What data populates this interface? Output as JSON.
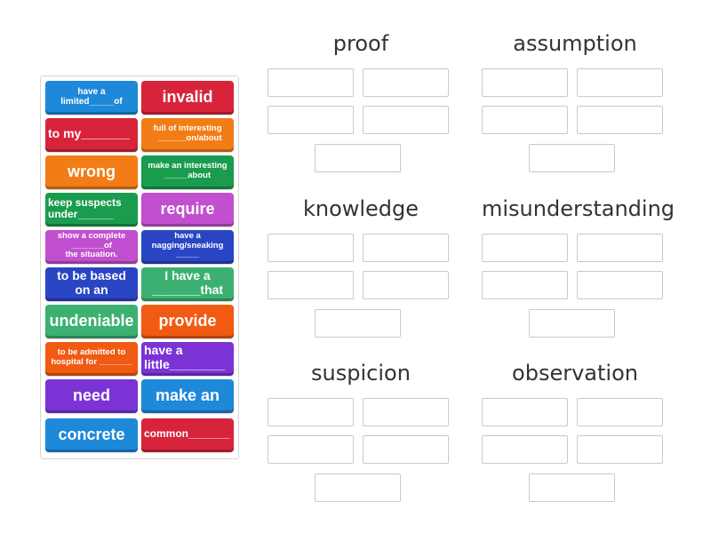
{
  "colors": {
    "blue": "#1e88d9",
    "red": "#d8243a",
    "orange": "#f27d16",
    "green": "#1a9c4e",
    "violet": "#c24fcf",
    "indigo": "#2a45c4",
    "seagreen": "#3cb070",
    "purple": "#7b33d6"
  },
  "tiles": [
    {
      "text": "have a\nlimited_____of"
    },
    {
      "text": "invalid"
    },
    {
      "text": "to my_______"
    },
    {
      "text": "full of interesting\n______on/about"
    },
    {
      "text": "wrong"
    },
    {
      "text": "make an interesting\n_____about"
    },
    {
      "text": "keep suspects\nunder______"
    },
    {
      "text": "require"
    },
    {
      "text": "show a complete\n_______of\nthe situation."
    },
    {
      "text": "have a\nnagging/sneaking\n_____"
    },
    {
      "text": "to be based\non an"
    },
    {
      "text": "I have a\n_______that"
    },
    {
      "text": "undeniable"
    },
    {
      "text": "provide"
    },
    {
      "text": "to be admitted to\nhospital for _______"
    },
    {
      "text": "have a\nlittle________"
    },
    {
      "text": "need"
    },
    {
      "text": "make an"
    },
    {
      "text": "concrete"
    },
    {
      "text": "common_______"
    }
  ],
  "groups": [
    {
      "title": "proof"
    },
    {
      "title": "assumption"
    },
    {
      "title": "knowledge"
    },
    {
      "title": "misunderstanding"
    },
    {
      "title": "suspicion"
    },
    {
      "title": "observation"
    }
  ]
}
